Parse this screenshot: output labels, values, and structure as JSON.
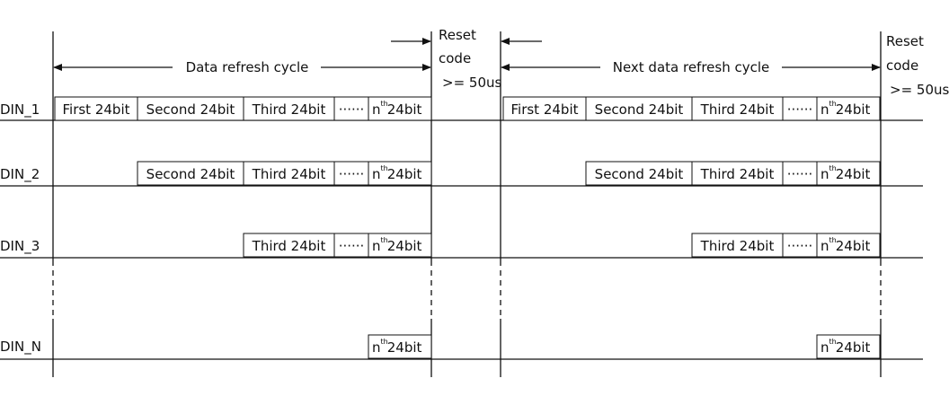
{
  "channels": [
    "DIN_1",
    "DIN_2",
    "DIN_3",
    "DIN_N"
  ],
  "cycles": [
    {
      "label": "Data refresh cycle",
      "reset": [
        "Reset",
        "code",
        ">= 50us"
      ]
    },
    {
      "label": "Next data refresh cycle",
      "reset": [
        "Reset",
        "code",
        ">= 50us"
      ]
    }
  ],
  "cells": {
    "first": "First 24bit",
    "second": "Second 24bit",
    "third": "Third 24bit",
    "ellipsis": "······",
    "nth_base": "n",
    "nth_sup": "th",
    "nth_rest": "24bit"
  },
  "rows": [
    [
      "first",
      "second",
      "third",
      "ellipsis",
      "nth"
    ],
    [
      "second",
      "third",
      "ellipsis",
      "nth"
    ],
    [
      "third",
      "ellipsis",
      "nth"
    ],
    [
      "nth"
    ]
  ]
}
